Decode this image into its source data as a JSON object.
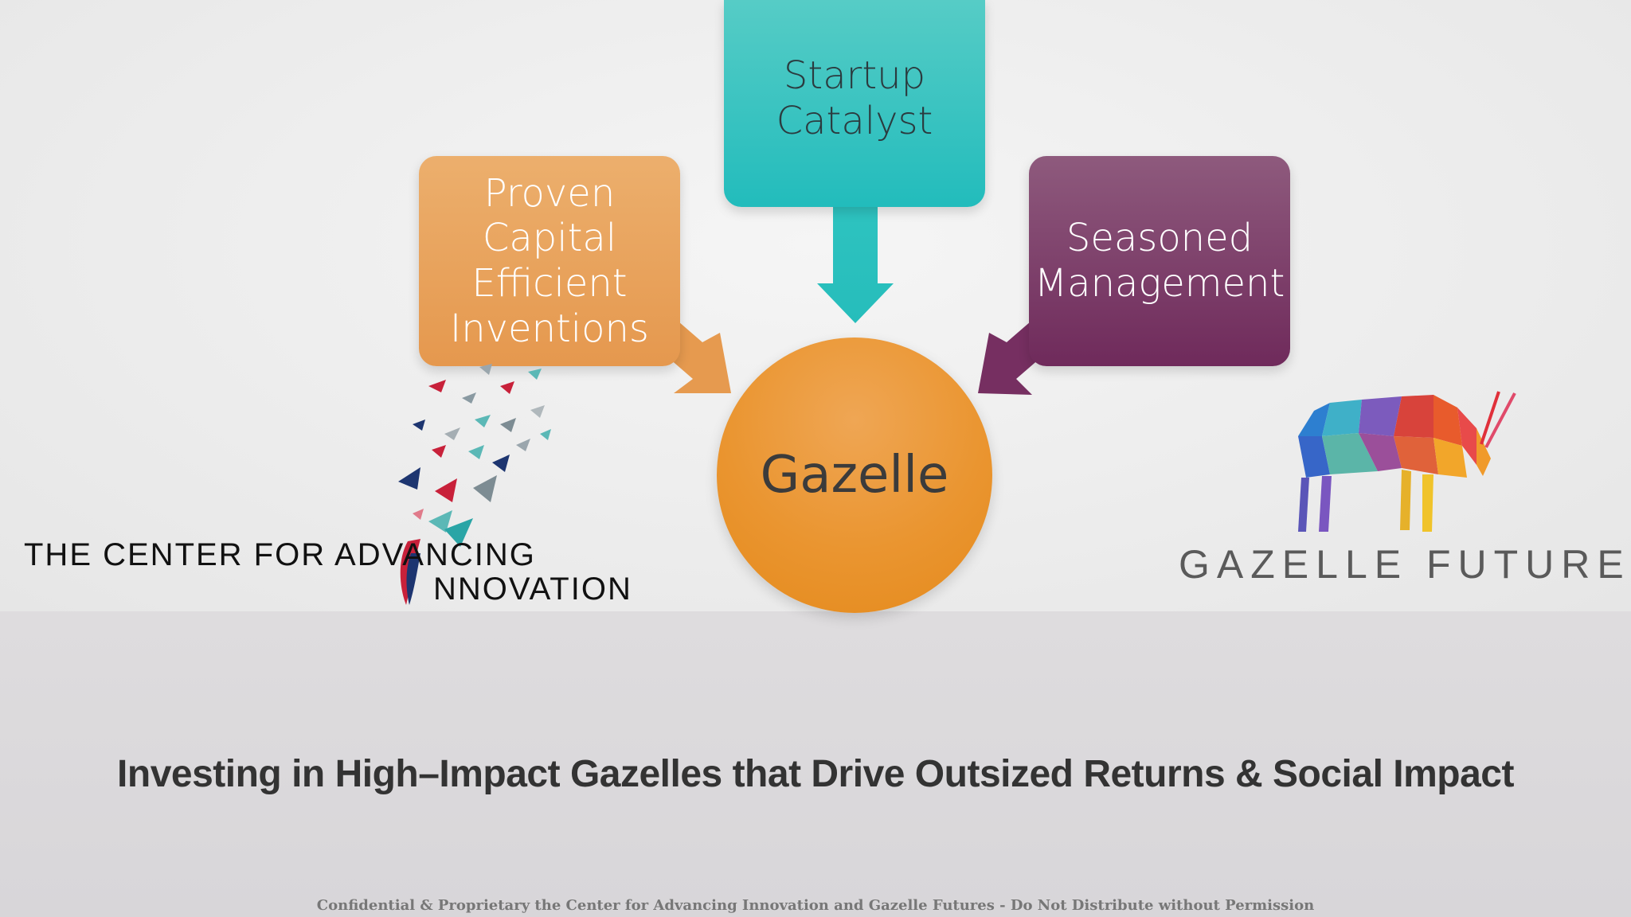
{
  "slide": {
    "boxes": {
      "proven": "Proven\nCapital\nEfficient\nInventions",
      "startup": "Startup\nCatalyst",
      "seasoned": "Seasoned\nManagement"
    },
    "center": "Gazelle",
    "colors": {
      "proven": "#e9a45f",
      "startup": "#33c4c1",
      "seasoned": "#7e3a6a",
      "center": "#ea9530"
    }
  },
  "logos": {
    "cai": {
      "line1": "THE CENTER FOR ADVANCING",
      "line2": "NNOVATION",
      "icon": "origami-birds-flock-icon"
    },
    "gazelle_futures": {
      "text": "GAZELLE FUTURES",
      "icon": "polygonal-gazelle-icon"
    }
  },
  "tagline": "Investing in High–Impact Gazelles that Drive Outsized Returns & Social Impact",
  "footer": "Confidential & Proprietary the Center for Advancing Innovation and Gazelle Futures - Do Not Distribute without Permission"
}
